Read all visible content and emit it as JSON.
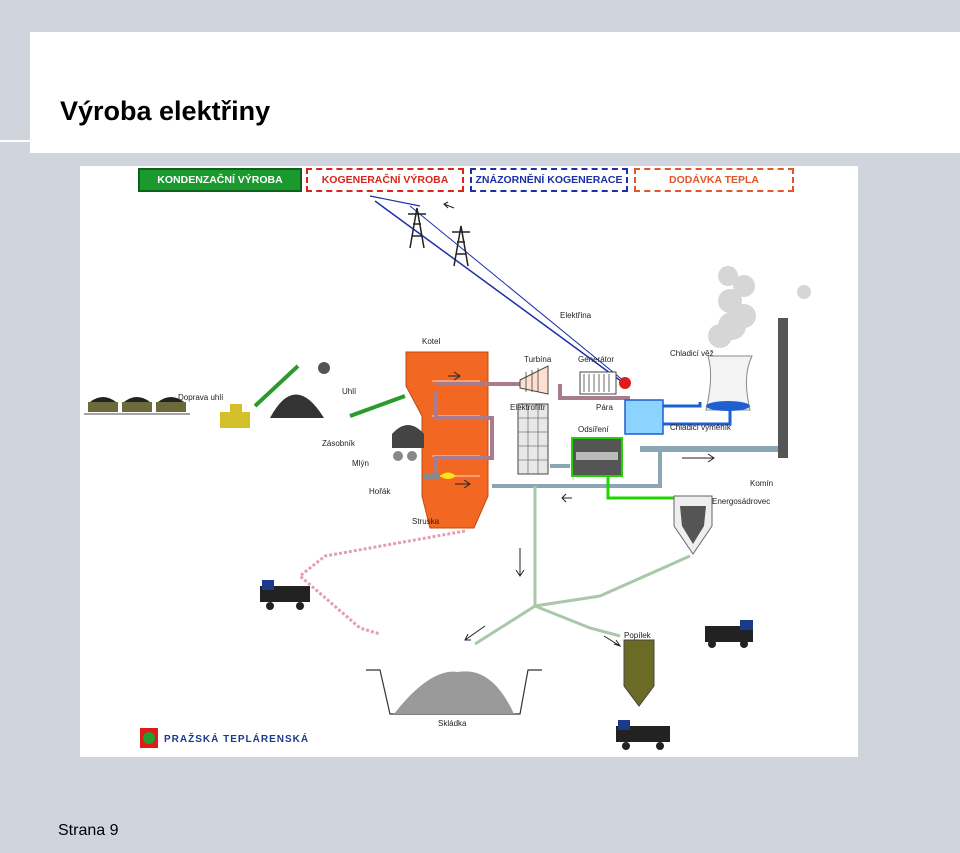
{
  "slide": {
    "title": "Výroba elektřiny",
    "page_number": "Strana 9"
  },
  "tabs": [
    {
      "label": "KONDENZAČNÍ VÝROBA",
      "active": true
    },
    {
      "label": "KOGENERAČNÍ VÝROBA",
      "active": false
    },
    {
      "label": "ZNÁZORNĚNÍ KOGENERACE",
      "active": false
    },
    {
      "label": "DODÁVKA TEPLA",
      "active": false
    }
  ],
  "labels": {
    "elektrina": "Elektřina",
    "kotel": "Kotel",
    "turbina": "Turbína",
    "generator": "Generátor",
    "chladici_vez": "Chladicí věž",
    "doprava_uhli": "Doprava uhlí",
    "uhli": "Uhlí",
    "elektrofiltr": "Elektrofiltr",
    "para": "Pára",
    "chladici_vymenik": "Chladicí výměník",
    "zasobnik": "Zásobník",
    "odsireni": "Odsíření",
    "mlyn": "Mlýn",
    "komin": "Komín",
    "horak": "Hořák",
    "energosadrovec": "Energosádrovec",
    "struska": "Struska",
    "popilek": "Popílek",
    "skladka": "Skládka"
  },
  "logo": {
    "text": "PRAŽSKÁ TEPLÁRENSKÁ"
  },
  "colors": {
    "active_tab": "#1a9a2e",
    "boiler": "#f26722",
    "power_line": "#1c2fa8",
    "steam_pipe": "#a97b8e",
    "cooling_water": "#1f5fd1",
    "gypsum_line": "#1fd400",
    "flue_gas": "#8aa6b2"
  }
}
